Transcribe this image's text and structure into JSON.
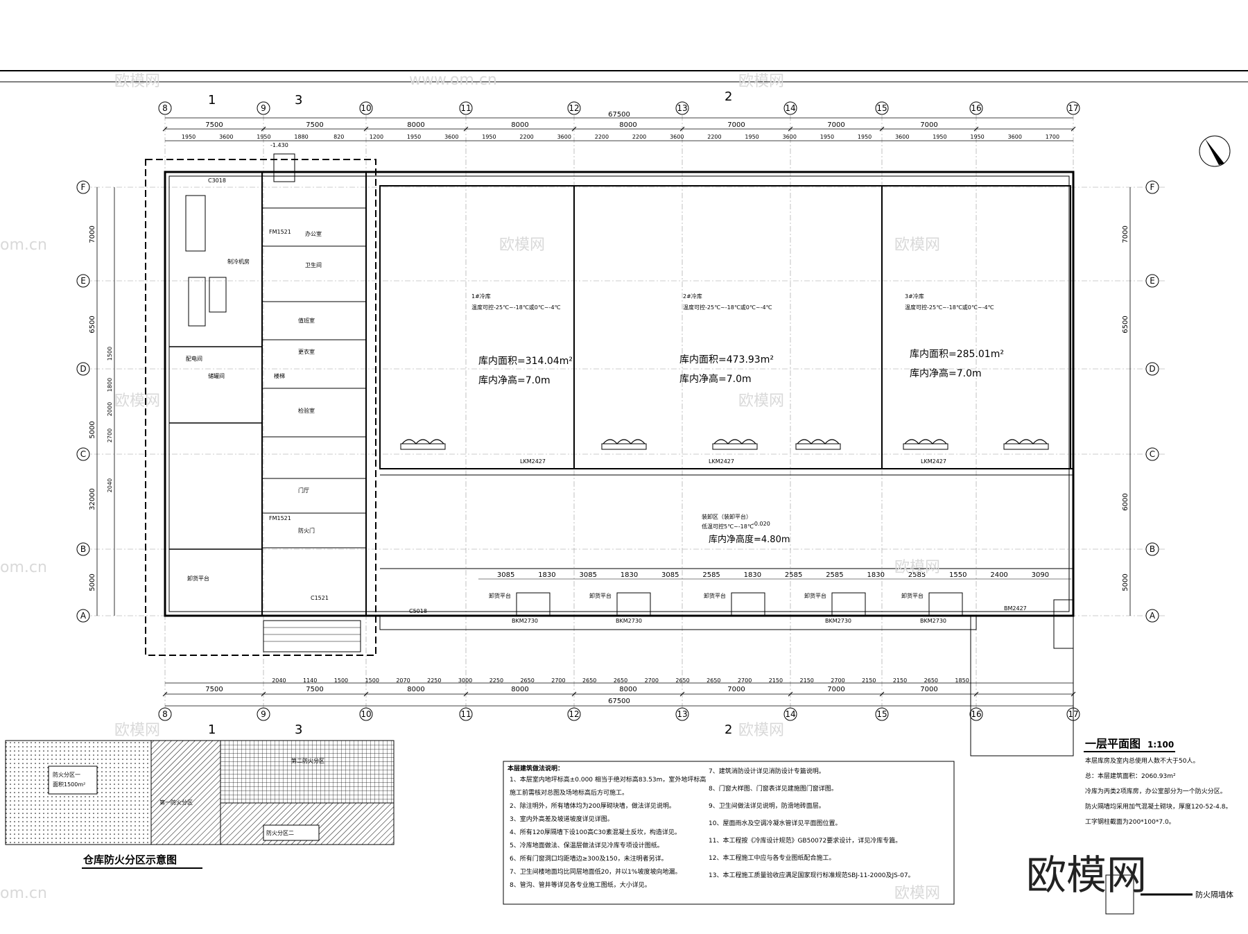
{
  "watermark": {
    "brand": "欧模网",
    "site": "www.om.cn",
    "domain_short": "om.cn"
  },
  "plan": {
    "title": "一层平面图",
    "scale": "1:100",
    "axis_columns": [
      "8",
      "9",
      "10",
      "11",
      "12",
      "13",
      "14",
      "15",
      "16",
      "17"
    ],
    "axis_rows": [
      "F",
      "E",
      "D",
      "C",
      "B",
      "A"
    ],
    "top_total": "67500",
    "top_bays": [
      "7500",
      "7500",
      "8000",
      "8000",
      "8000",
      "7000",
      "7000",
      "7000"
    ],
    "top_sub": [
      "1950",
      "3600",
      "1950",
      "1880",
      "820",
      "1200",
      "1950",
      "3600",
      "1950",
      "2200",
      "3600",
      "2200",
      "2200",
      "3600",
      "2200",
      "1950",
      "3600",
      "1950",
      "1950",
      "3600",
      "1950",
      "1950",
      "3600",
      "1700"
    ],
    "bottom_total": "67500",
    "bottom_bays": [
      "7500",
      "7500",
      "8000",
      "8000",
      "8000",
      "7000",
      "7000",
      "7000"
    ],
    "bottom_sub": [
      "2040",
      "1140",
      "1500",
      "1500",
      "2070",
      "2250",
      "3000",
      "2250",
      "2650",
      "2700",
      "2650",
      "2650",
      "2700",
      "2650",
      "2650",
      "2700",
      "2150",
      "2150",
      "2700",
      "2150",
      "2150",
      "2650",
      "1850"
    ],
    "left_rows": [
      "7000",
      "6500",
      "5000",
      "32000",
      "5000"
    ],
    "left_sub": [
      "1500",
      "1800",
      "2000",
      "2700",
      "2040"
    ],
    "right_rows": [
      "7000",
      "6500",
      "6000",
      "5000"
    ],
    "section_marks": [
      "1",
      "3",
      "2"
    ],
    "elev_top": "-1.430",
    "cold_rooms": [
      {
        "name": "1#冷库",
        "temp": "温度可控-25℃~-18℃或0℃~-4℃",
        "area": "库内面积=314.04m²",
        "height": "库内净高=7.0m"
      },
      {
        "name": "2#冷库",
        "temp": "温度可控-25℃~-18℃或0℃~-4℃",
        "area": "库内面积=473.93m²",
        "height": "库内净高=7.0m"
      },
      {
        "name": "3#冷库",
        "temp": "温度可控-25℃~-18℃或0℃~-4℃",
        "area": "库内面积=285.01m²",
        "height": "库内净高=7.0m"
      }
    ],
    "platform": {
      "name": "装卸区（装卸平台）",
      "temp": "低温可控5℃~-18℃",
      "elev": "-0.020",
      "height": "库内净高度=4.80m"
    },
    "rooms": [
      "制冷机房",
      "配电间",
      "储罐间",
      "办公室",
      "卫生间",
      "值班室",
      "更衣室",
      "楼梯",
      "检验室",
      "门厅",
      "防火门"
    ],
    "dock_label": "卸货平台",
    "doors": [
      "LKM2427",
      "LKM2427",
      "LKM2427",
      "BKM2730",
      "BKM2730",
      "BKM2730",
      "BKM2730",
      "BM2427",
      "FM1521",
      "FM1521",
      "C1521",
      "C3018",
      "C5018"
    ],
    "bottom_dims": [
      "3085",
      "1830",
      "3085",
      "1830",
      "3085",
      "2585",
      "1830",
      "2585",
      "2585",
      "1830",
      "2585",
      "1550",
      "2400",
      "3090"
    ],
    "notes_title": "本层建筑做法说明：",
    "notes_left": [
      "1、本层室内地坪标高±0.000 相当于绝对标高83.53m，室外地坪标高",
      "   施工前需核对总图及场地标高后方可施工。",
      "2、除注明外，所有墙体均为200厚砌块墙，做法详见说明。",
      "3、室内外高差及坡道坡度详见详图。",
      "4、所有120厚隔墙下设100高C30素混凝土反坎，构造详见。",
      "5、冷库地面做法、保温层做法详见冷库专项设计图纸。",
      "6、所有门窗洞口均距墙边≥300及150，未注明者另详。",
      "7、卫生间楼地面均比同层地面低20，并以1%坡度坡向地漏。",
      "8、管沟、管井等详见各专业施工图纸，大小详见。"
    ],
    "notes_right": [
      "7、建筑消防设计详见消防设计专篇说明。",
      "8、门窗大样图、门窗表详见建施图门窗详图。",
      "9、卫生间做法详见说明，防滑地砖面层。",
      "10、屋面雨水及空调冷凝水管详见平面图位置。",
      "11、本工程按《冷库设计规范》GB50072要求设计，详见冷库专篇。",
      "12、本工程施工中应与各专业图纸配合施工。",
      "13、本工程施工质量验收应满足国家现行标准规范SBJ-11-2000及JS-07。"
    ],
    "area_notes": [
      "本层库房及室内总使用人数不大于50人。",
      "总：本层建筑面积：2060.93m²",
      "冷库为丙类2项库房，办公室部分为一个防火分区。",
      "防火隔墙均采用加气混凝土砌块，厚度120-52-4.8。",
      "工字钢柱截面为200*100*7.0。"
    ],
    "legend_label": "防火隔墙体",
    "fire_zone_title": "仓库防火分区示意图",
    "fire_zone_labels": [
      "防火分区一",
      "防火分区二",
      "第一防火分区",
      "第二防火分区",
      "面积1500m²"
    ]
  }
}
